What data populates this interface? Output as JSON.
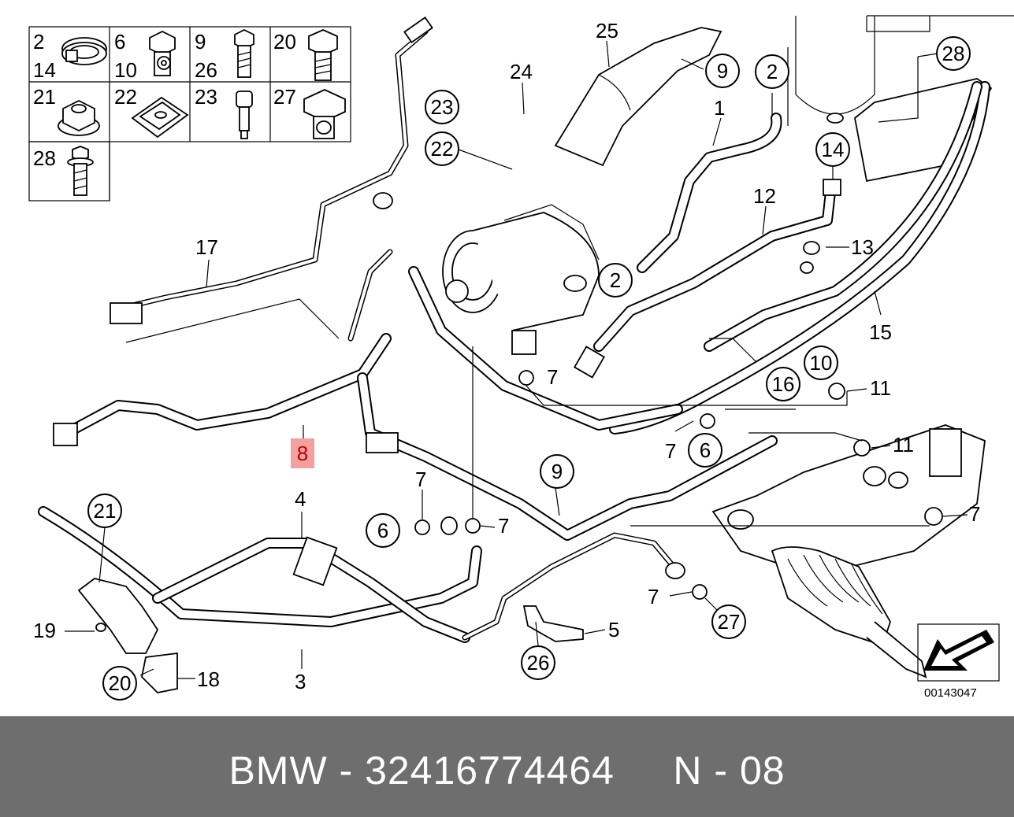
{
  "thumbnail_table": [
    {
      "labels": [
        "2",
        "14"
      ]
    },
    {
      "labels": [
        "6",
        "10"
      ]
    },
    {
      "labels": [
        "9",
        "26"
      ]
    },
    {
      "labels": [
        "20"
      ]
    },
    {
      "labels": [
        "21"
      ]
    },
    {
      "labels": [
        "22"
      ]
    },
    {
      "labels": [
        "23"
      ]
    },
    {
      "labels": [
        "27"
      ]
    },
    {
      "labels": [
        "28"
      ]
    }
  ],
  "callouts_circled": [
    "23",
    "22",
    "9",
    "2",
    "28",
    "14",
    "2",
    "10",
    "16",
    "6",
    "9",
    "21",
    "6",
    "26",
    "27",
    "20"
  ],
  "callouts_plain": [
    "25",
    "24",
    "1",
    "12",
    "13",
    "17",
    "15",
    "11",
    "7",
    "7",
    "11",
    "7",
    "7",
    "7",
    "4",
    "3",
    "5",
    "19",
    "18",
    "7"
  ],
  "highlight_callout": "8",
  "diagram_id": "00143047",
  "footer": {
    "text": "BMW - 32416774464     N - 08"
  },
  "colors": {
    "highlight_fill": "#f2a0a0",
    "highlight_text": "#c00000",
    "footer_bg": "#6e6e6e",
    "footer_text": "#ffffff"
  }
}
